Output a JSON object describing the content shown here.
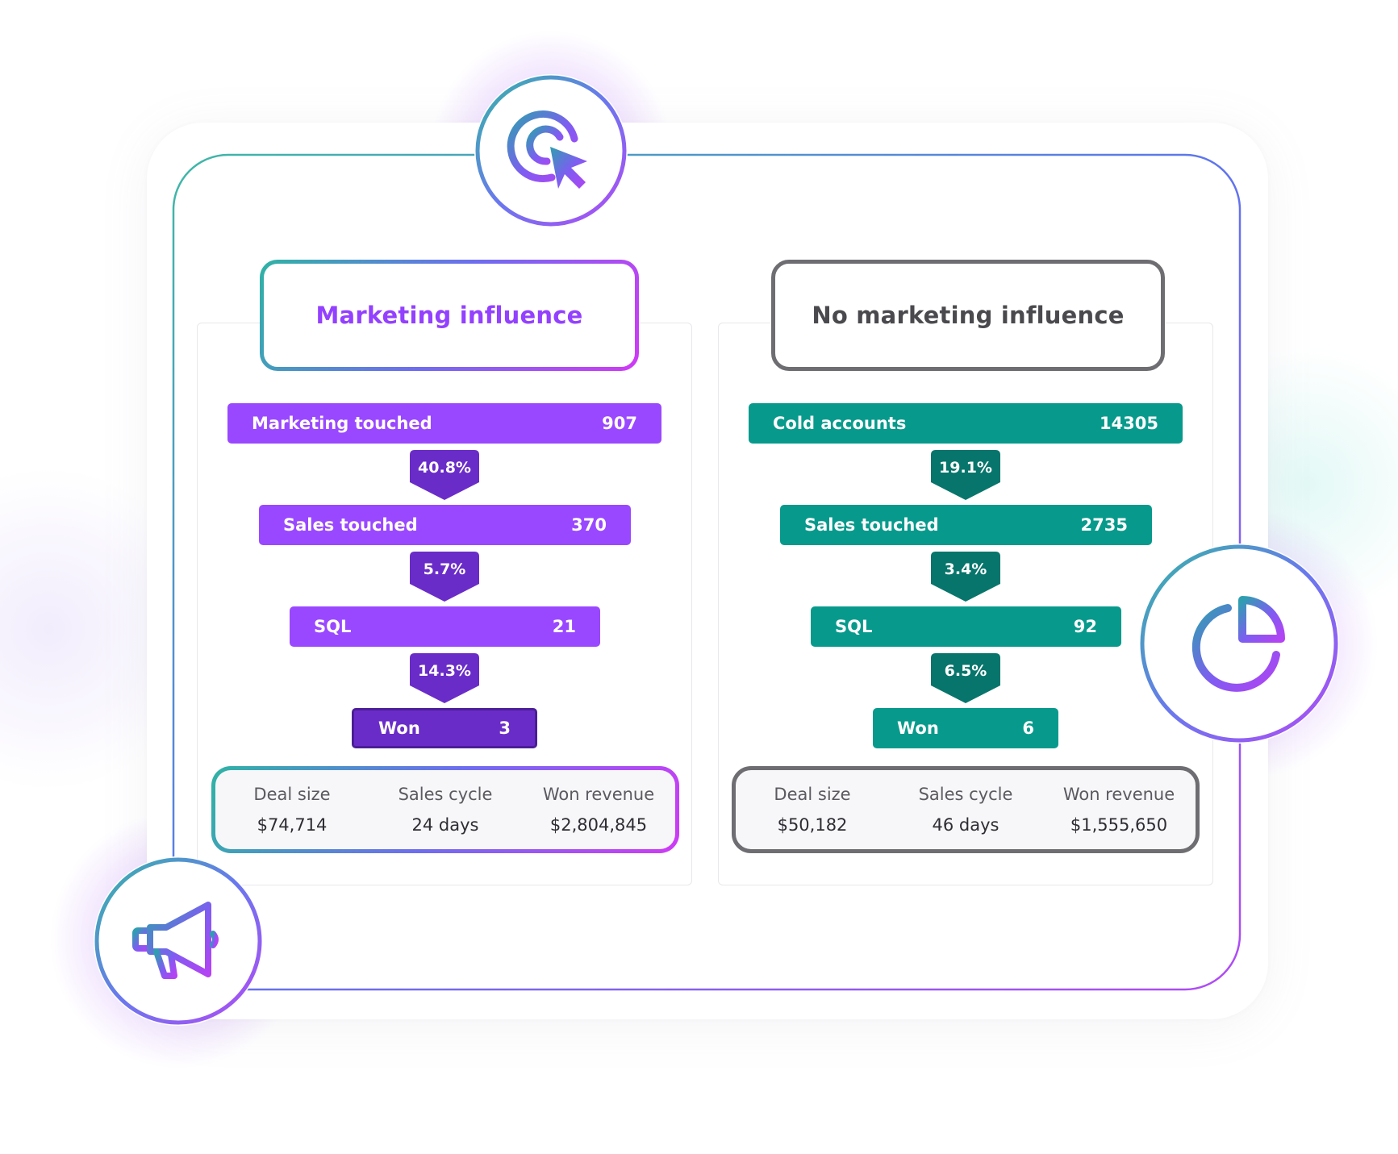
{
  "colors": {
    "purple": "#9a48ff",
    "purple_dark": "#6a2cc8",
    "teal": "#079a8c",
    "teal_dark": "#07756b",
    "gray": "#6e6e72"
  },
  "icons": {
    "top": "target-cursor-icon",
    "right": "pie-chart-icon",
    "bottom_left": "megaphone-icon"
  },
  "marketing": {
    "title": "Marketing influence",
    "stages": [
      {
        "label": "Marketing touched",
        "value": "907"
      },
      {
        "label": "Sales touched",
        "value": "370"
      },
      {
        "label": "SQL",
        "value": "21"
      },
      {
        "label": "Won",
        "value": "3"
      }
    ],
    "rates": [
      "40.8%",
      "5.7%",
      "14.3%"
    ],
    "metrics": [
      {
        "label": "Deal size",
        "value": "$74,714"
      },
      {
        "label": "Sales cycle",
        "value": "24 days"
      },
      {
        "label": "Won revenue",
        "value": "$2,804,845"
      }
    ]
  },
  "no_marketing": {
    "title": "No marketing influence",
    "stages": [
      {
        "label": "Cold accounts",
        "value": "14305"
      },
      {
        "label": "Sales touched",
        "value": "2735"
      },
      {
        "label": "SQL",
        "value": "92"
      },
      {
        "label": "Won",
        "value": "6"
      }
    ],
    "rates": [
      "19.1%",
      "3.4%",
      "6.5%"
    ],
    "metrics": [
      {
        "label": "Deal size",
        "value": "$50,182"
      },
      {
        "label": "Sales cycle",
        "value": "46 days"
      },
      {
        "label": "Won revenue",
        "value": "$1,555,650"
      }
    ]
  }
}
